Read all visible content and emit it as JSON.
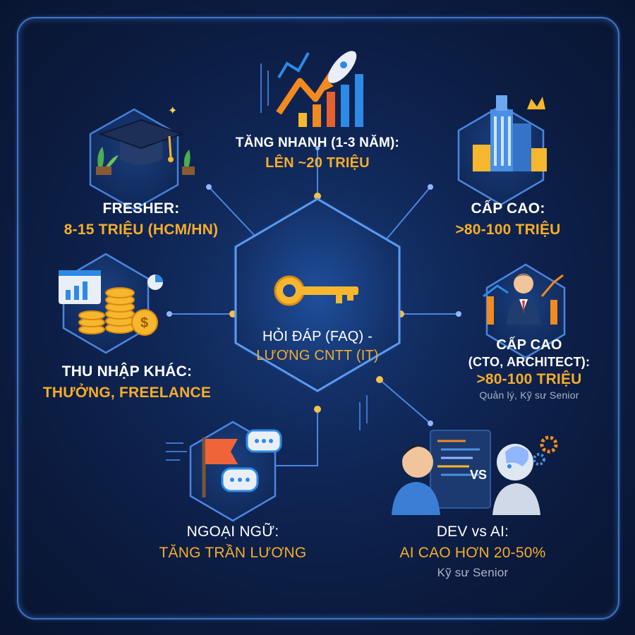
{
  "center": {
    "line1": "HỎI ĐÁP (FAQ) -",
    "line2": "LƯƠNG CNTT (IT)",
    "icon": "key-icon"
  },
  "nodes": {
    "fresher": {
      "title": "FRESHER:",
      "value": "8-15 TRIỆU (HCM/HN)",
      "icon": "graduation-cap-icon"
    },
    "growth": {
      "title": "TĂNG NHANH (1-3 NĂM):",
      "value": "LÊN ~20 TRIỆU",
      "icon": "rocket-chart-icon"
    },
    "senior": {
      "title": "CẤP CAO:",
      "value": ">80-100 TRIỆU",
      "icon": "skyscraper-crown-icon"
    },
    "other_income": {
      "title": "THU NHẬP KHÁC:",
      "value": "THƯỞNG, FREELANCE",
      "icon": "coins-chart-icon"
    },
    "executive": {
      "title": "CẤP CAO",
      "subtitle": "(CTO, ARCHITECT):",
      "value": ">80-100 TRIỆU",
      "note": "Quản lý, Kỹ sư Senior",
      "icon": "manager-chart-icon"
    },
    "language": {
      "title": "NGOẠI NGỮ:",
      "value": "TĂNG TRẦN LƯƠNG",
      "icon": "flag-chat-icon"
    },
    "dev_ai": {
      "title": "DEV vs AI:",
      "value": "AI CAO HƠN 20-50%",
      "note": "Kỹ sư Senior",
      "vs": "VS",
      "icon": "developer-vs-robot-icon"
    }
  },
  "colors": {
    "background": "#0b1a3d",
    "accent": "#f6ad2a",
    "line": "#4a86e0",
    "text": "#ffffff"
  }
}
